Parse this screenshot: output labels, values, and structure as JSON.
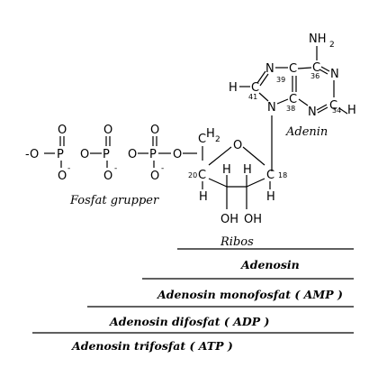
{
  "phosphates": {
    "label": "Fosfat grupper",
    "atoms": {
      "o": "O",
      "p": "P",
      "minus_o": "-O",
      "minus": "-",
      "link_o": "O"
    }
  },
  "ribose": {
    "label": "Ribos",
    "atoms": {
      "ring_o": "O",
      "c": "C",
      "h": "H",
      "h2": "2",
      "oh": "OH"
    },
    "numbers": {
      "n20": "20",
      "n18": "18"
    }
  },
  "adenine": {
    "label": "Adenin",
    "atoms": {
      "nh": "NH",
      "nh_sub": "2",
      "n": "N",
      "c": "C",
      "h": "H"
    },
    "numbers": {
      "n36": "36",
      "n39": "39",
      "n41": "41",
      "n38": "38",
      "n34": "34"
    }
  },
  "levels": [
    {
      "label": "Adenosin"
    },
    {
      "label": "Adenosin monofosfat ( AMP )"
    },
    {
      "label": "Adenosin difosfat ( ADP )"
    },
    {
      "label": "Adenosin trifosfat ( ATP )"
    }
  ]
}
